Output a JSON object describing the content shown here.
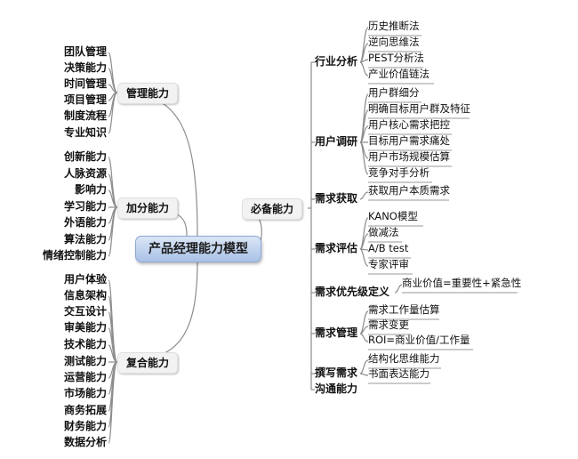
{
  "central": "产品经理能力模型",
  "branches": {
    "management": {
      "label": "管理能力",
      "items": [
        "团队管理",
        "决策能力",
        "时间管理",
        "项目管理",
        "制度流程",
        "专业知识"
      ]
    },
    "bonus": {
      "label": "加分能力",
      "items": [
        "创新能力",
        "人脉资源",
        "影响力",
        "学习能力",
        "外语能力",
        "算法能力",
        "情绪控制能力"
      ]
    },
    "composite": {
      "label": "复合能力",
      "items": [
        "用户体验",
        "信息架构",
        "交互设计",
        "审美能力",
        "技术能力",
        "测试能力",
        "运营能力",
        "市场能力",
        "商务拓展",
        "财务能力",
        "数据分析"
      ]
    },
    "essential": {
      "label": "必备能力",
      "categories": [
        {
          "label": "行业分析",
          "items": [
            "历史推断法",
            "逆向思维法",
            "PEST分析法",
            "产业价值链法"
          ]
        },
        {
          "label": "用户调研",
          "items": [
            "用户群细分",
            "明确目标用户群及特征",
            "用户核心需求把控",
            "目标用户需求痛处",
            "用户市场规模估算",
            "竞争对手分析"
          ]
        },
        {
          "label": "需求获取",
          "items": [
            "获取用户本质需求"
          ]
        },
        {
          "label": "需求评估",
          "items": [
            "KANO模型",
            "做减法",
            "A/B test",
            "专家评审"
          ]
        },
        {
          "label": "需求优先级定义",
          "items": [
            "商业价值=重要性+紧急性"
          ]
        },
        {
          "label": "需求管理",
          "items": [
            "需求工作量估算",
            "需求变更",
            "ROI=商业价值/工作量"
          ]
        },
        {
          "label": "撰写需求",
          "items": [
            "结构化思维能力",
            "书面表达能力"
          ]
        },
        {
          "label": "沟通能力",
          "items": []
        }
      ]
    }
  }
}
